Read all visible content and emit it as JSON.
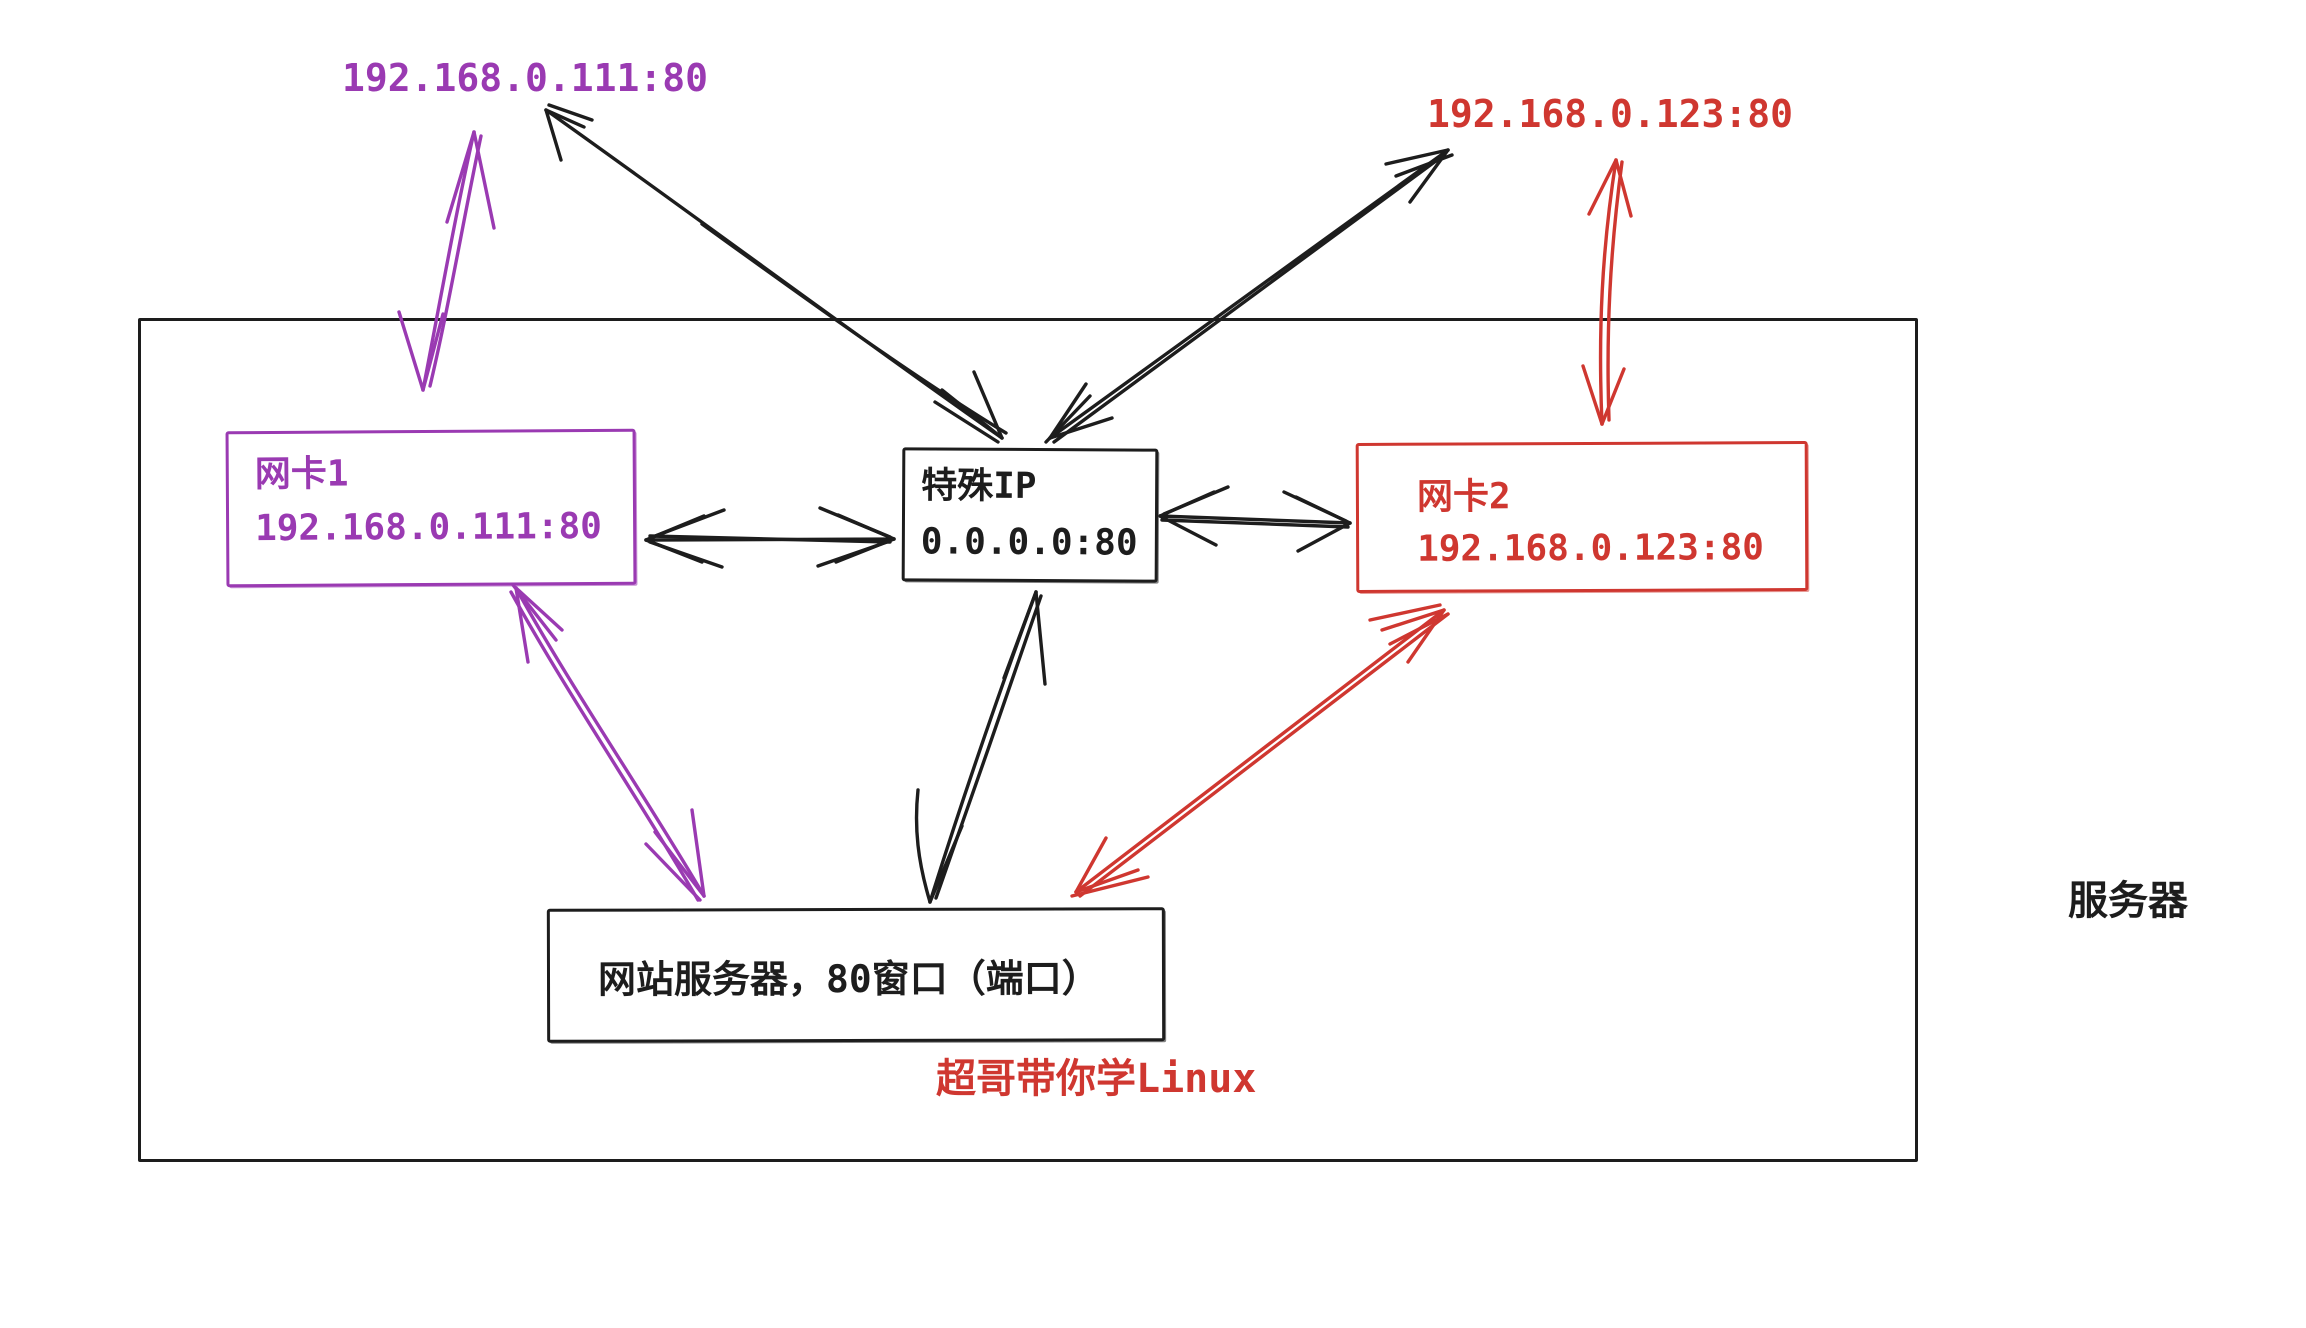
{
  "colors": {
    "purple": "#9a3ab2",
    "red": "#cf3730",
    "ink": "#1d1d1d"
  },
  "external_labels": {
    "left_ip": "192.168.0.111:80",
    "right_ip": "192.168.0.123:80"
  },
  "server_label": "服务器",
  "watermark": "超哥带你学Linux",
  "boxes": {
    "nic1": {
      "name": "网卡1",
      "address": "192.168.0.111:80"
    },
    "special_ip": {
      "name": "特殊IP",
      "address": "0.0.0.0:80"
    },
    "nic2": {
      "name": "网卡2",
      "address": "192.168.0.123:80"
    },
    "web_server": {
      "label": "网站服务器，80窗口（端口）"
    }
  },
  "connections": [
    {
      "from": "external-ip-left-label",
      "to": "nic1",
      "color": "purple",
      "bidirectional": true
    },
    {
      "from": "external-ip-left-label",
      "to": "special_ip",
      "color": "black",
      "bidirectional": true
    },
    {
      "from": "external-ip-right-label",
      "to": "special_ip",
      "color": "black",
      "bidirectional": true
    },
    {
      "from": "external-ip-right-label",
      "to": "nic2",
      "color": "red",
      "bidirectional": true
    },
    {
      "from": "nic1",
      "to": "special_ip",
      "color": "black",
      "bidirectional": true
    },
    {
      "from": "special_ip",
      "to": "nic2",
      "color": "black",
      "bidirectional": true
    },
    {
      "from": "nic1",
      "to": "web_server",
      "color": "purple",
      "bidirectional": true
    },
    {
      "from": "special_ip",
      "to": "web_server",
      "color": "black",
      "bidirectional": true
    },
    {
      "from": "nic2",
      "to": "web_server",
      "color": "red",
      "bidirectional": true
    }
  ]
}
